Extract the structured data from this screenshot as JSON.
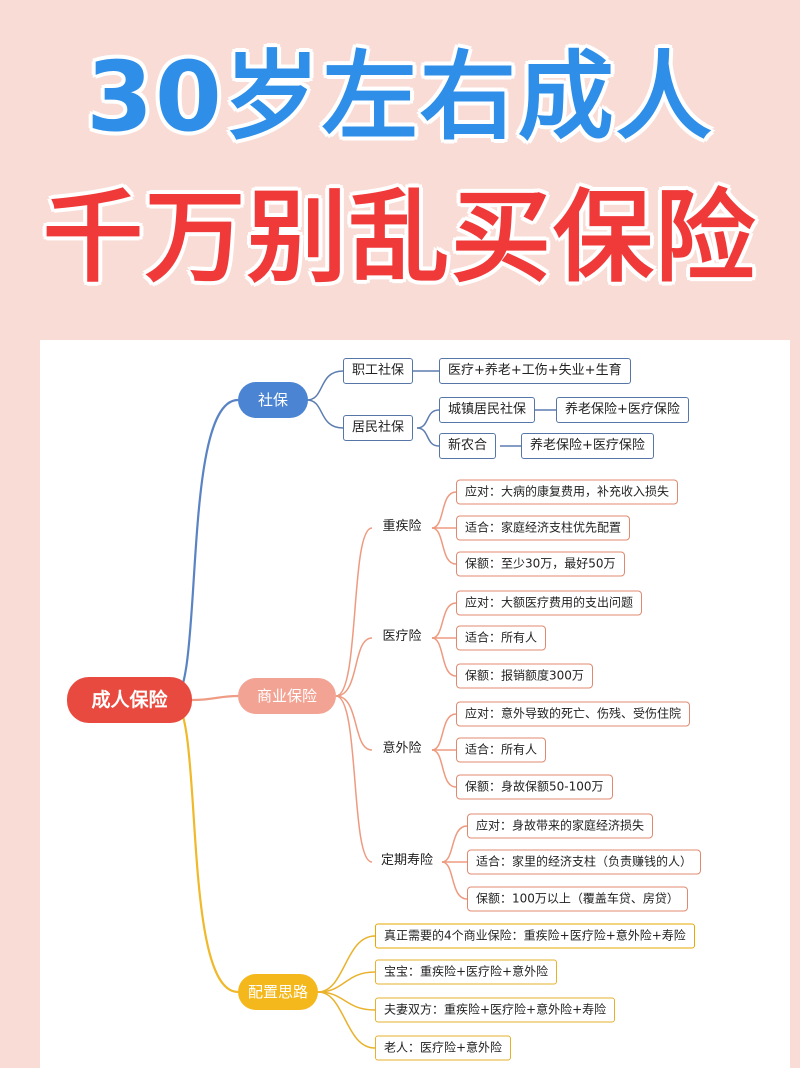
{
  "title": {
    "line1": "30岁左右成人",
    "line2": "千万别乱买保险"
  },
  "colors": {
    "background": "#f9dcd5",
    "title_line1": "#2f8fe8",
    "title_line2": "#f03a3a",
    "root": "#e94a3f",
    "branch_social": "#4a84d3",
    "branch_commercial": "#f2a393",
    "branch_plan": "#f4b81c"
  },
  "mindmap": {
    "root": "成人保险",
    "social": {
      "label": "社保",
      "employee": {
        "label": "职工社保",
        "items": [
          "医疗+养老+工伤+失业+生育"
        ]
      },
      "resident": {
        "label": "居民社保",
        "urban": {
          "label": "城镇居民社保",
          "items": [
            "养老保险+医疗保险"
          ]
        },
        "rural": {
          "label": "新农合",
          "items": [
            "养老保险+医疗保险"
          ]
        }
      }
    },
    "commercial": {
      "label": "商业保险",
      "critical": {
        "label": "重疾险",
        "items": [
          "应对：大病的康复费用，补充收入损失",
          "适合：家庭经济支柱优先配置",
          "保额：至少30万，最好50万"
        ]
      },
      "medical": {
        "label": "医疗险",
        "items": [
          "应对：大额医疗费用的支出问题",
          "适合：所有人",
          "保额：报销额度300万"
        ]
      },
      "accident": {
        "label": "意外险",
        "items": [
          "应对：意外导致的死亡、伤残、受伤住院",
          "适合：所有人",
          "保额：身故保额50-100万"
        ]
      },
      "term_life": {
        "label": "定期寿险",
        "items": [
          "应对：身故带来的家庭经济损失",
          "适合：家里的经济支柱（负责赚钱的人）",
          "保额：100万以上（覆盖车贷、房贷）"
        ]
      }
    },
    "plan": {
      "label": "配置思路",
      "items": [
        "真正需要的4个商业保险：重疾险+医疗险+意外险+寿险",
        "宝宝：重疾险+医疗险+意外险",
        "夫妻双方：重疾险+医疗险+意外险+寿险",
        "老人：医疗险+意外险"
      ]
    }
  }
}
